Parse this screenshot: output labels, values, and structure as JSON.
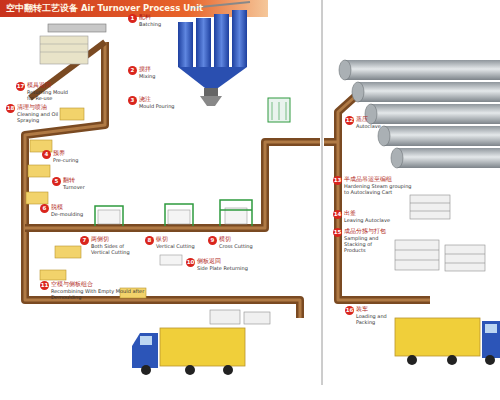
{
  "diagram": {
    "title": "空中翻转工艺设备 Air Turnover Process Unit",
    "nodes": [
      {
        "text": [
          "1",
          "配料",
          "Batching"
        ]
      },
      {
        "text": [
          "2",
          "搅拌",
          "Mixing"
        ]
      },
      {
        "text": [
          "3",
          "浇注",
          "Mould Pouring"
        ]
      },
      {
        "text": [
          "4",
          "预养",
          "Pre-curing"
        ]
      },
      {
        "text": [
          "5",
          "翻转",
          "Turnover"
        ]
      },
      {
        "text": [
          "6",
          "脱模",
          "De-moulding"
        ]
      },
      {
        "text": [
          "7",
          "两侧切",
          "Both Sides of Vertical Cutting"
        ]
      },
      {
        "text": [
          "8",
          "纵切",
          "Vertical Cutting"
        ]
      },
      {
        "text": [
          "9",
          "横切",
          "Cross Cutting"
        ]
      },
      {
        "text": [
          "10",
          "侧板返回",
          "Side Plate Returning"
        ]
      },
      {
        "text": [
          "11",
          "空模与侧板组合",
          "Recombining With Empty Mould after Demoulding"
        ]
      },
      {
        "text": [
          "12",
          "蒸压",
          "Autoclave"
        ]
      },
      {
        "text": [
          "13",
          "半成品吊运至编组",
          "Hardening Steam grouping to Autoclaving Cart"
        ]
      },
      {
        "text": [
          "14",
          "出釜",
          "Leaving Autoclave"
        ]
      },
      {
        "text": [
          "15",
          "成品分拣与打包",
          "Sampling and Stacking of Products"
        ]
      },
      {
        "text": [
          "16",
          "装车",
          "Loading and Packing"
        ]
      },
      {
        "text": [
          "17",
          "模具返回",
          "Returning Mould for Re-use"
        ]
      },
      {
        "text": [
          "18",
          "清理与喷油",
          "Cleaning and Oil Spraying"
        ]
      }
    ]
  }
}
